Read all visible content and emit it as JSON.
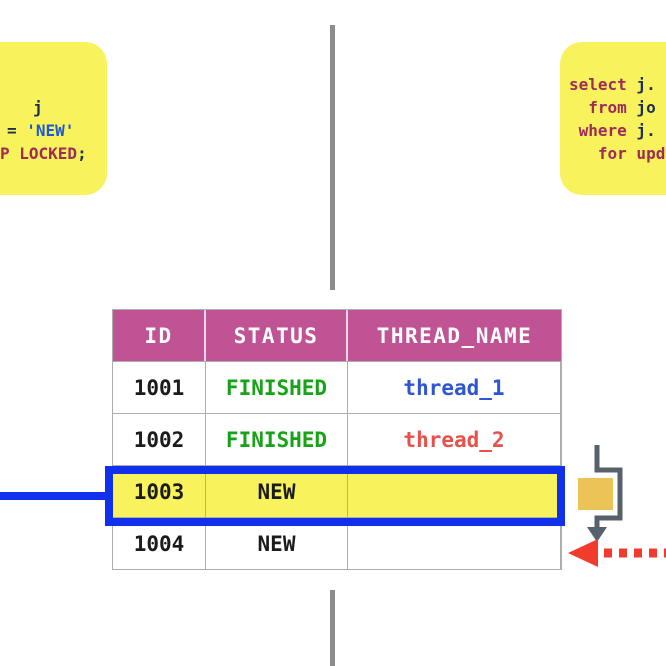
{
  "colors": {
    "note_bg": "#F8F35C",
    "keyword": "#A02A58",
    "identifier": "#1C2F55",
    "string": "#1D59D6",
    "header_bg": "#C05394",
    "header_text": "#FFFFFF",
    "finished_green": "#17A317",
    "thread1_blue": "#2E55D4",
    "thread2_red": "#E8504A",
    "highlight_blue": "#1030EC",
    "highlight_yellow": "#F8F35C",
    "skip_gray": "#57616B",
    "job_gold": "#ECC357",
    "arrow_red": "#F03B2E",
    "divider_gray": "#8C8C8C",
    "table_border": "#ADADAD",
    "cell_text": "#1B1B1B"
  },
  "left_sql_note": {
    "lines": [
      [],
      [
        {
          "t": "j",
          "c": "identifier"
        }
      ],
      [
        {
          "t": "= ",
          "c": "identifier"
        },
        {
          "t": "'NEW'",
          "c": "string"
        }
      ],
      [
        {
          "t": "P LOCKED",
          "c": "keyword"
        },
        {
          "t": ";",
          "c": "identifier"
        }
      ]
    ]
  },
  "right_sql_note": {
    "lines": [
      [
        {
          "t": "select",
          "c": "keyword"
        },
        {
          "t": " j.",
          "c": "identifier"
        }
      ],
      [
        {
          "t": "  from",
          "c": "keyword"
        },
        {
          "t": " jo",
          "c": "identifier"
        }
      ],
      [
        {
          "t": " where",
          "c": "keyword"
        },
        {
          "t": " j.",
          "c": "identifier"
        }
      ],
      [
        {
          "t": "   for upd",
          "c": "keyword"
        }
      ]
    ]
  },
  "jobs_table": {
    "headers": [
      "ID",
      "STATUS",
      "THREAD_NAME"
    ],
    "rows": [
      {
        "id": "1001",
        "status": "FINISHED",
        "thread_name": "thread_1",
        "status_class": "finished",
        "thread_class": "thread1",
        "highlighted": false
      },
      {
        "id": "1002",
        "status": "FINISHED",
        "thread_name": "thread_2",
        "status_class": "finished",
        "thread_class": "thread2",
        "highlighted": false
      },
      {
        "id": "1003",
        "status": "NEW",
        "thread_name": "",
        "status_class": "plain",
        "thread_class": "plain",
        "highlighted": true
      },
      {
        "id": "1004",
        "status": "NEW",
        "thread_name": "",
        "status_class": "plain",
        "thread_class": "plain",
        "highlighted": false
      }
    ]
  }
}
